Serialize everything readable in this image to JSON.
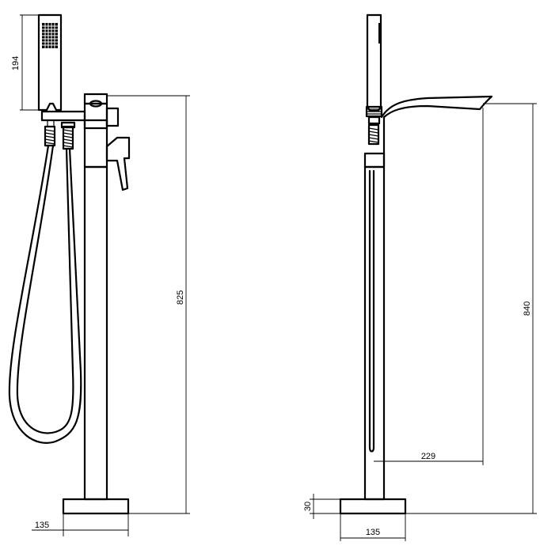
{
  "front_view": {
    "dimensions": {
      "handset_height": "194",
      "spout_height": "825",
      "base_width": "135"
    }
  },
  "side_view": {
    "dimensions": {
      "total_height": "840",
      "spout_reach": "229",
      "base_height": "30",
      "base_width": "135"
    }
  },
  "colors": {
    "line": "#000000",
    "background": "#ffffff"
  }
}
